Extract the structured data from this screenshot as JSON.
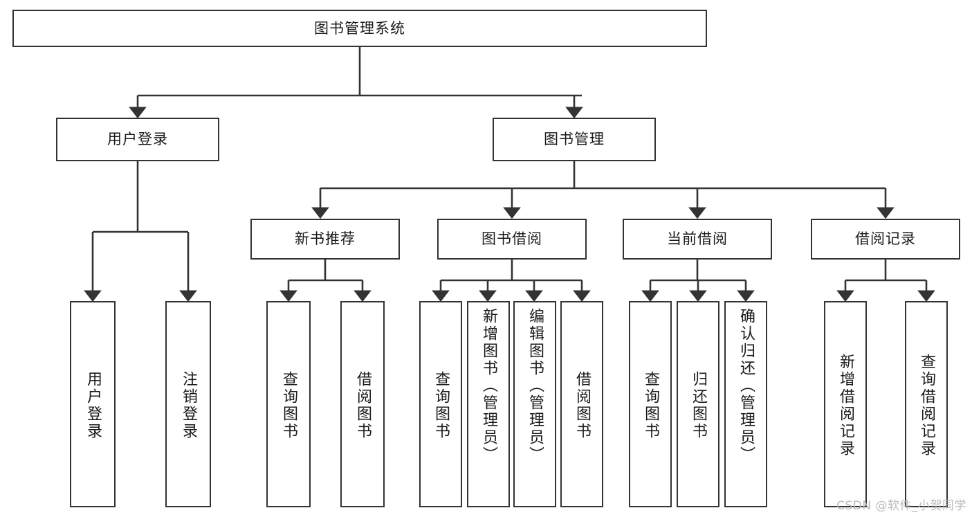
{
  "diagram": {
    "title": "图书管理系统",
    "type": "tree-hierarchy",
    "watermark": "CSDN @软件_小贺同学",
    "colors": {
      "box_border": "#333333",
      "box_fill": "#ffffff",
      "connector": "#333333",
      "text": "#1a1a1a",
      "watermark": "#b9b9b9"
    },
    "root": {
      "label": "图书管理系统"
    },
    "level2": [
      {
        "key": "user-login",
        "label": "用户登录"
      },
      {
        "key": "book-manage",
        "label": "图书管理"
      }
    ],
    "level3": [
      {
        "key": "new-book-recommend",
        "label": "新书推荐"
      },
      {
        "key": "book-borrow",
        "label": "图书借阅"
      },
      {
        "key": "current-borrow",
        "label": "当前借阅"
      },
      {
        "key": "borrow-record",
        "label": "借阅记录"
      }
    ],
    "leaves": {
      "user_login": [
        {
          "key": "leaf-user-login",
          "label": "用户登录"
        },
        {
          "key": "leaf-logout-login",
          "label": "注销登录"
        }
      ],
      "new_book_recommend": [
        {
          "key": "leaf-query-book-1",
          "label": "查询图书"
        },
        {
          "key": "leaf-borrow-book-1",
          "label": "借阅图书"
        }
      ],
      "book_borrow": [
        {
          "key": "leaf-query-book-2",
          "label": "查询图书"
        },
        {
          "key": "leaf-add-book-admin",
          "label": "新增图书（管理员）"
        },
        {
          "key": "leaf-edit-book-admin",
          "label": "编辑图书（管理员）"
        },
        {
          "key": "leaf-borrow-book-2",
          "label": "借阅图书"
        }
      ],
      "current_borrow": [
        {
          "key": "leaf-query-book-3",
          "label": "查询图书"
        },
        {
          "key": "leaf-return-book",
          "label": "归还图书"
        },
        {
          "key": "leaf-confirm-return-admin",
          "label": "确认归还（管理员）"
        }
      ],
      "borrow_record": [
        {
          "key": "leaf-add-borrow-record",
          "label": "新增借阅记录"
        },
        {
          "key": "leaf-query-borrow-record",
          "label": "查询借阅记录"
        }
      ]
    }
  }
}
